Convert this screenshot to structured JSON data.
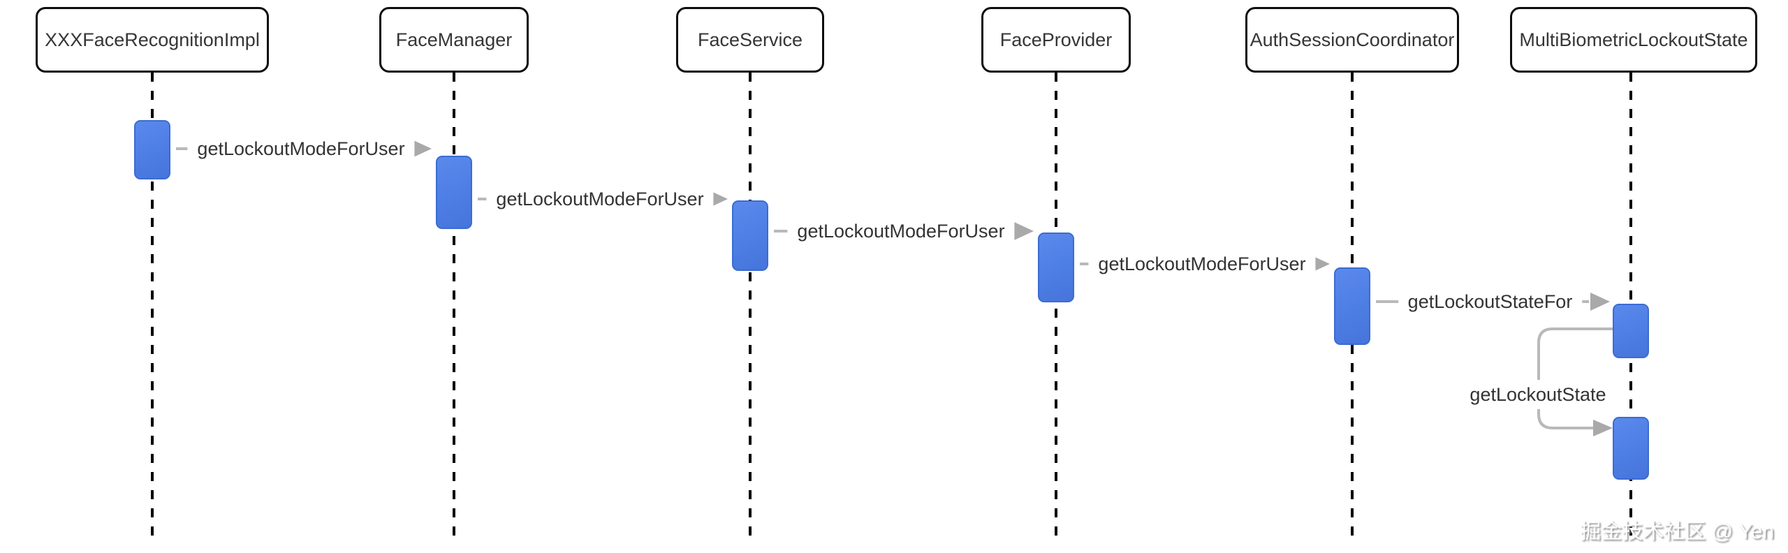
{
  "diagram": {
    "type": "sequence",
    "participants": [
      {
        "name": "XXXFaceRecognitionImpl"
      },
      {
        "name": "FaceManager"
      },
      {
        "name": "FaceService"
      },
      {
        "name": "FaceProvider"
      },
      {
        "name": "AuthSessionCoordinator"
      },
      {
        "name": "MultiBiometricLockoutState"
      }
    ],
    "messages": [
      {
        "from": "XXXFaceRecognitionImpl",
        "to": "FaceManager",
        "label": "getLockoutModeForUser",
        "self": false
      },
      {
        "from": "FaceManager",
        "to": "FaceService",
        "label": "getLockoutModeForUser",
        "self": false
      },
      {
        "from": "FaceService",
        "to": "FaceProvider",
        "label": "getLockoutModeForUser",
        "self": false
      },
      {
        "from": "FaceProvider",
        "to": "AuthSessionCoordinator",
        "label": "getLockoutModeForUser",
        "self": false
      },
      {
        "from": "AuthSessionCoordinator",
        "to": "MultiBiometricLockoutState",
        "label": "getLockoutStateFor",
        "self": false
      },
      {
        "from": "MultiBiometricLockoutState",
        "to": "MultiBiometricLockoutState",
        "label": "getLockoutState",
        "self": true
      }
    ],
    "colors": {
      "activation_fill": "#4d7ee4",
      "activation_border": "#3c6cd2",
      "arrow": "#a9a9a9",
      "message_line": "#b9b9b9",
      "lifeline": "#000000",
      "box_border": "#0d0d0d",
      "text": "#333333"
    }
  },
  "watermark": {
    "text": "掘金技术社区 @ Yen"
  }
}
